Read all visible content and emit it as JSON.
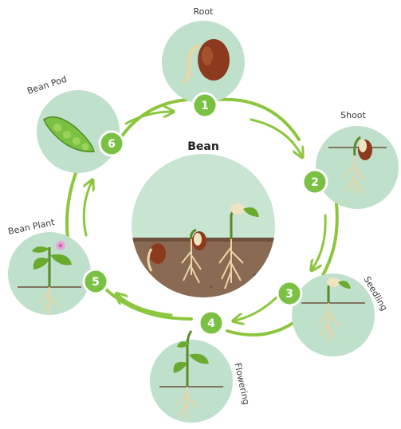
{
  "title": "Bean",
  "stages": [
    {
      "number": "1",
      "label": "Root"
    },
    {
      "number": "2",
      "label": "Shoot"
    },
    {
      "number": "3",
      "label": "Seedling"
    },
    {
      "number": "4",
      "label": "Flowering"
    },
    {
      "number": "5",
      "label": "Bean Plant"
    },
    {
      "number": "6",
      "label": "Bean Pod"
    }
  ],
  "colors": {
    "circle_fill": "#bfe0cb",
    "center_sky": "#c8e5d2",
    "soil": "#8a6a52",
    "accent_green": "#7ac143",
    "arrow_green": "#8cc63f",
    "seed_brown": "#8b3a1e",
    "root_tan": "#e8d6a8"
  }
}
